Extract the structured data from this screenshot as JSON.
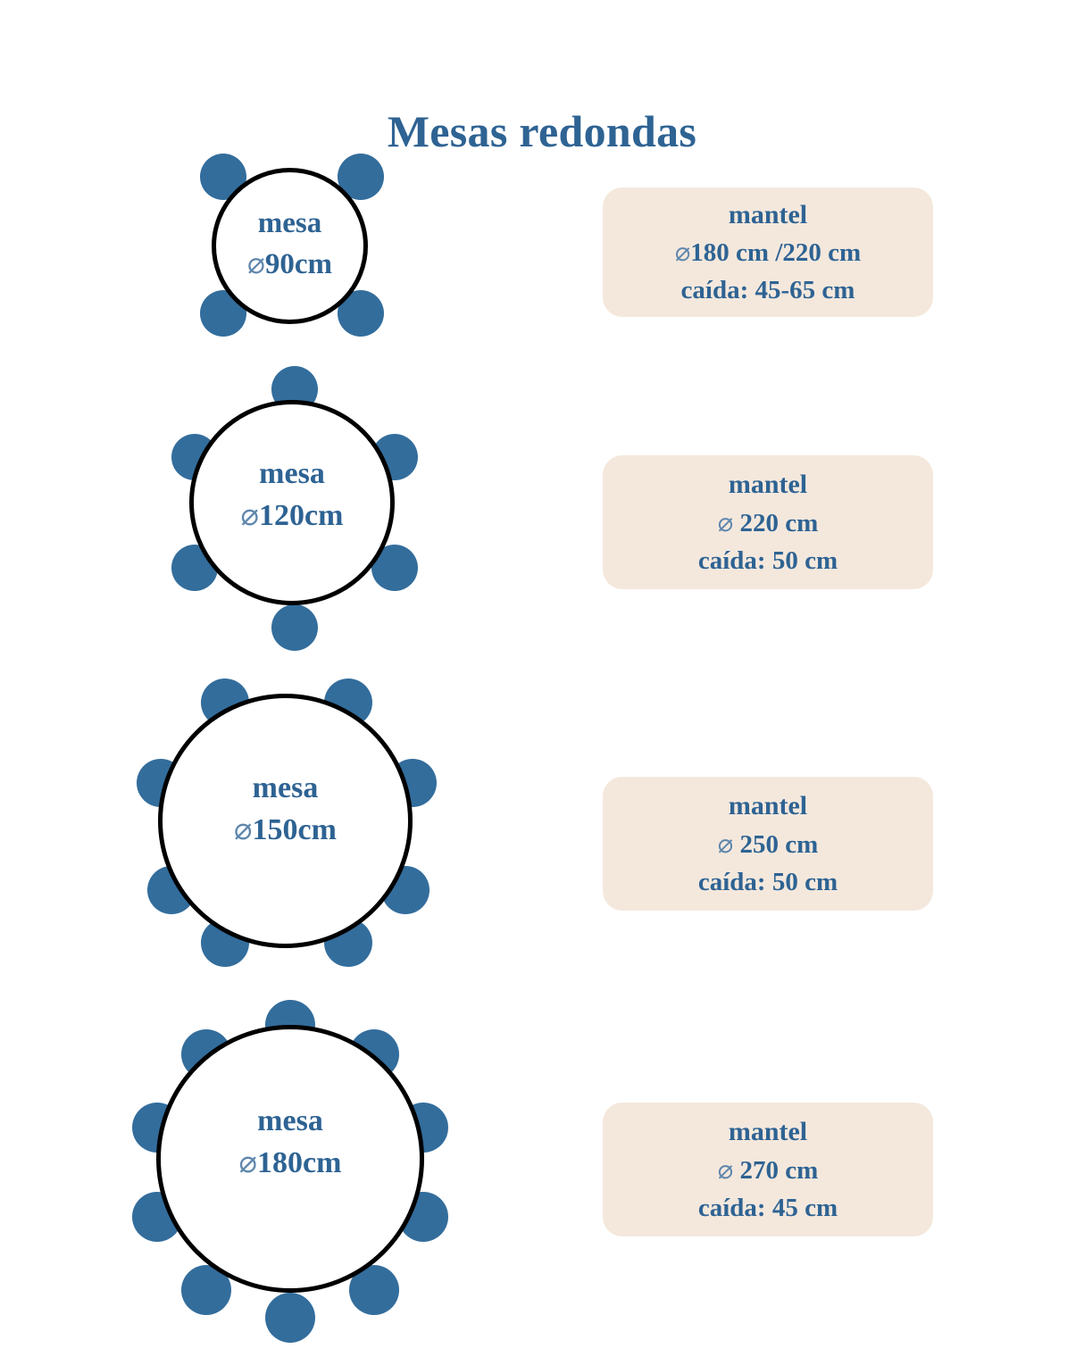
{
  "title": "Mesas redondas",
  "colors": {
    "title_blue": "#2e6393",
    "chair_blue": "#336d9c",
    "card_cream": "#f4e8dd",
    "table_outline": "#000000",
    "diameter_symbol": "#5f87ad",
    "background": "#ffffff"
  },
  "diameter_symbol": "⌀",
  "rows": [
    {
      "table": {
        "label_line1": "mesa",
        "diameter_text": "90cm",
        "diameter_cm": 90,
        "chairs": 4,
        "chair_angles_deg": [
          45,
          135,
          225,
          315
        ]
      },
      "mantel": {
        "title": "mantel",
        "diameter_line": "180 cm /220 cm",
        "drop_line": "caída: 45-65 cm",
        "diameter_cm_options": [
          180,
          220
        ],
        "drop_cm_range": [
          45,
          65
        ]
      }
    },
    {
      "table": {
        "label_line1": "mesa",
        "diameter_text": "120cm",
        "diameter_cm": 120,
        "chairs": 6,
        "chair_angles_deg": [
          0,
          60,
          120,
          180,
          240,
          300
        ]
      },
      "mantel": {
        "title": "mantel",
        "diameter_line": "220 cm",
        "drop_line": "caída: 50 cm",
        "diameter_cm_options": [
          220
        ],
        "drop_cm_range": [
          50
        ]
      }
    },
    {
      "table": {
        "label_line1": "mesa",
        "diameter_text": "150cm",
        "diameter_cm": 150,
        "chairs": 8,
        "chair_angles_deg": [
          22,
          67,
          112,
          157,
          202,
          247,
          292,
          337
        ]
      },
      "mantel": {
        "title": "mantel",
        "diameter_line": "250 cm",
        "drop_line": "caída: 50 cm",
        "diameter_cm_options": [
          250
        ],
        "drop_cm_range": [
          50
        ]
      }
    },
    {
      "table": {
        "label_line1": "mesa",
        "diameter_text": "180cm",
        "diameter_cm": 180,
        "chairs": 10,
        "chair_angles_deg": [
          0,
          36,
          72,
          108,
          144,
          180,
          216,
          252,
          288,
          324
        ]
      },
      "mantel": {
        "title": "mantel",
        "diameter_line": "270 cm",
        "drop_line": "caída: 45 cm",
        "diameter_cm_options": [
          270
        ],
        "drop_cm_range": [
          45
        ]
      }
    }
  ]
}
